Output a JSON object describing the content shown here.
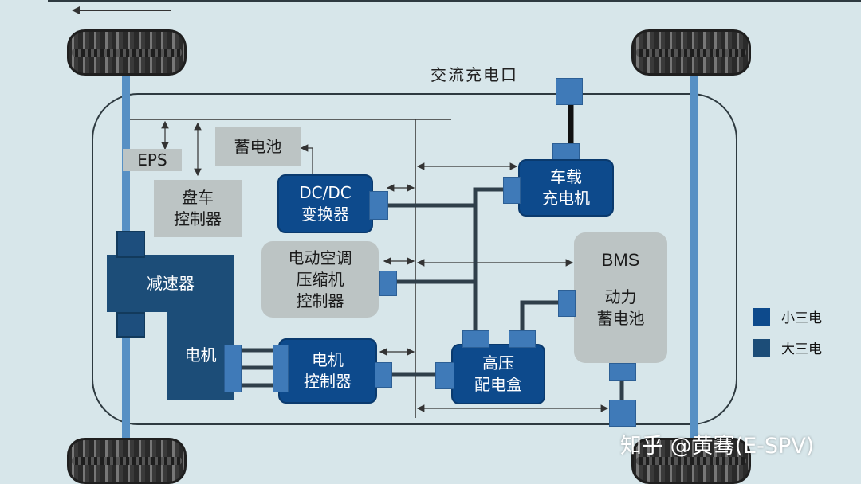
{
  "labels": {
    "ac_charge_port": "交流充电口",
    "eps": "EPS",
    "battery_12v": "蓄电池",
    "brake_controller": "盘车\n控制器",
    "dcdc": "DC/DC\n变换器",
    "obc": "车载\n充电机",
    "ac_compressor_controller": "电动空调\n压缩机\n控制器",
    "reducer": "减速器",
    "motor": "电机",
    "motor_controller": "电机\n控制器",
    "pdu": "高压\n配电盒",
    "bms": "BMS",
    "power_battery": "动力\n蓄电池"
  },
  "legend": [
    {
      "label": "小三电",
      "color": "#0d4a8c"
    },
    {
      "label": "大三电",
      "color": "#1c4d78"
    }
  ],
  "watermark": "知乎 @黄骞(E-SPV)"
}
